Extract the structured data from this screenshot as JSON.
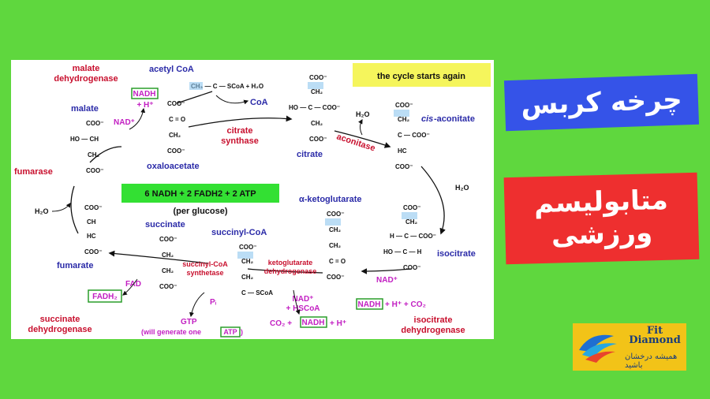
{
  "banner_title": "چرخه کربس",
  "banner_subtitle_line1": "متابولیسم",
  "banner_subtitle_line2": "ورزشی",
  "logo": {
    "text_en": "Fit Diamond",
    "text_fa": "همیشه درخشان باشید"
  },
  "diagram": {
    "cycle_starts": "the cycle starts again",
    "summary": "6 NADH + 2 FADH2 + 2 ATP",
    "summary_sub": "(per glucose)",
    "enzymes": {
      "malate_dh_1": "malate",
      "malate_dh_2": "dehydrogenase",
      "citrate_synthase_1": "citrate",
      "citrate_synthase_2": "synthase",
      "aconitase": "aconitase",
      "fumarase": "fumarase",
      "isocitrate_dh_1": "isocitrate",
      "isocitrate_dh_2": "dehydrogenase",
      "ketoglutarate_dh_1": "ketoglutarate",
      "ketoglutarate_dh_2": "dehydrogenase",
      "succinylcoa_synthetase_1": "succinyl-CoA",
      "succinylcoa_synthetase_2": "synthetase",
      "succinate_dh_1": "succinate",
      "succinate_dh_2": "dehydrogenase"
    },
    "metabolites": {
      "acetyl_coa": "acetyl CoA",
      "malate": "malate",
      "oxaloacetate": "oxaloacetate",
      "citrate": "citrate",
      "cis_aconitate_prefix": "cis",
      "cis_aconitate": "-aconitate",
      "isocitrate": "isocitrate",
      "alpha_ketoglutarate": "α-ketoglutarate",
      "succinyl_coa": "succinyl-CoA",
      "succinate": "succinate",
      "fumarate": "fumarate"
    },
    "cofactors": {
      "nad_plus": "NAD⁺",
      "nadh_box": "NADH",
      "h_plus": "+ H⁺",
      "coa": "CoA",
      "h2o": "H₂O",
      "acetyl_formula": "CH₃ — C — SCoA + H₂O",
      "isocitrate_products": "+ H⁺ + CO₂",
      "ketoglut_inputs_1": "NAD⁺",
      "ketoglut_inputs_2": "+ HSCoA",
      "co2": "CO₂ +",
      "fad": "FAD",
      "fadh2": "FADH₂",
      "pi": "Pᵢ",
      "gtp": "GTP",
      "gtp_note": "(will generate one",
      "atp": "ATP",
      "close_paren": ")"
    }
  }
}
